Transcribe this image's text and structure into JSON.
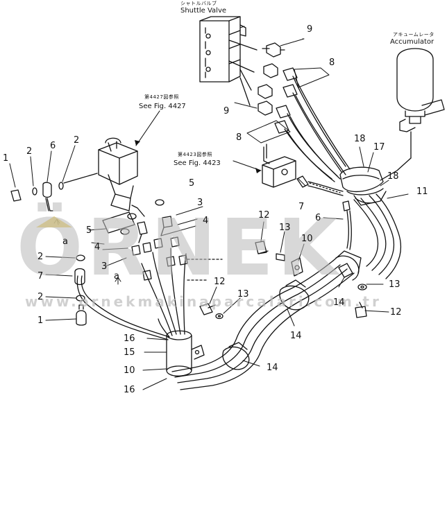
{
  "watermark": {
    "brand": "ÖRNEK",
    "url": "www.ornekmakinaparcalari.com.tr",
    "accent_color": "#e8c84a"
  },
  "components": {
    "shuttle_valve": {
      "jp": "シャトルバルブ",
      "en": "Shuttle Valve"
    },
    "accumulator": {
      "jp": "アキュームレータ",
      "en": "Accumulator"
    },
    "ref_4427": {
      "jp": "第4427図参照",
      "en": "See Fig. 4427"
    },
    "ref_4423": {
      "jp": "第4423図参照",
      "en": "See Fig. 4423"
    }
  },
  "callouts": {
    "c9a": "9",
    "c9b": "9",
    "c8a": "8",
    "c8b": "8",
    "c18a": "18",
    "c17": "17",
    "c18b": "18",
    "c11": "11",
    "c1a": "1",
    "c2a": "2",
    "c6a": "6",
    "c2b": "2",
    "c5a": "5",
    "c3a": "3",
    "c5b": "5",
    "c4a": "4",
    "c4b": "4",
    "c7a": "7",
    "c6b": "6",
    "c12a": "12",
    "c13a": "13",
    "c10a": "10",
    "ca1": "a",
    "c2c": "2",
    "c7b": "7",
    "c3b": "3",
    "ca2": "a",
    "c2d": "2",
    "c1b": "1",
    "c12b": "12",
    "c13b": "13",
    "c13c": "13",
    "c14a": "14",
    "c12c": "12",
    "c14b": "14",
    "c16a": "16",
    "c15": "15",
    "c10b": "10",
    "c16b": "16",
    "c14c": "14"
  }
}
